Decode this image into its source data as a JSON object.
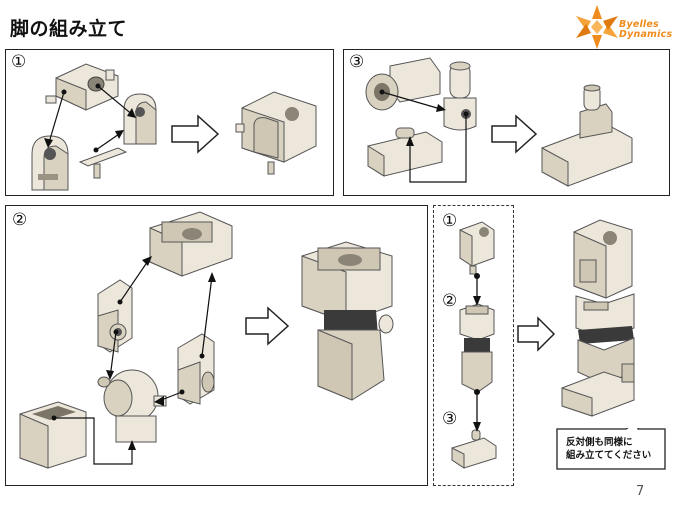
{
  "header": {
    "title": "脚の組み立て"
  },
  "logo": {
    "line1": "Byelles",
    "line2": "Dynamics",
    "accent_color": "#f08c1e"
  },
  "steps": {
    "step1": "①",
    "step2": "②",
    "step3": "③",
    "sub1": "①",
    "sub2": "②",
    "sub3": "③"
  },
  "callout": {
    "line1": "反対側も同様に",
    "line2": "組み立ててください"
  },
  "footer": {
    "page_number": "7"
  },
  "colors": {
    "part_light": "#ece7da",
    "part_mid": "#d9d2c1",
    "part_dark": "#bdb5a3",
    "part_shadow": "#3a3a3a",
    "arrow_outline": "#222222"
  },
  "icons": [
    "hollow-right-arrow-icon",
    "starburst-logo-icon"
  ]
}
